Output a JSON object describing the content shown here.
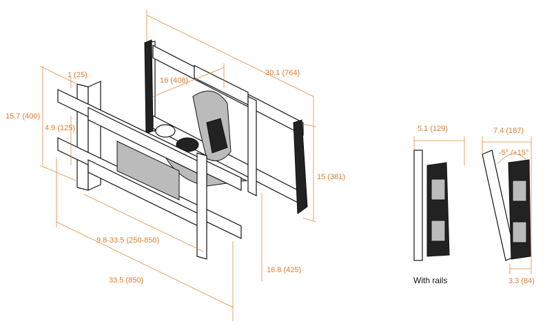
{
  "colors": {
    "dimension": "#e48a3c",
    "label": "#e07c2c",
    "drawing": "#111111"
  },
  "labels": {
    "bracket_depth": "1 (25)",
    "plate_height": "15.7 (400)",
    "arm_offset": "4.9 (125)",
    "arm_reach": "16 (406)",
    "wall_plate_width": "30.1 (764)",
    "wall_plate_height": "15 (381)",
    "vesa_range": "9.8-33.5 (250-850)",
    "total_width": "33.5 (850)",
    "extension": "16.8 (425)",
    "side_depth_rails": "5.1 (129)",
    "side_depth_tilt": "7.4 (187)",
    "tilt_range": "-5° /+15°",
    "caption_rails": "With rails",
    "min_depth": "3.3 (84)"
  }
}
